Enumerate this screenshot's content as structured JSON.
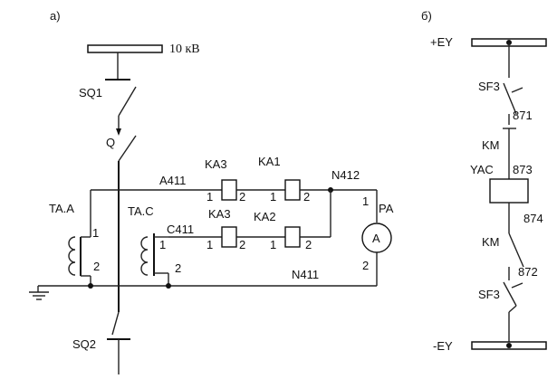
{
  "panels": {
    "a": "а)",
    "b": "б)"
  },
  "bus": {
    "voltage": "10 кВ",
    "plus": "+EY",
    "minus": "-EY"
  },
  "switches": {
    "sq1": "SQ1",
    "sq2": "SQ2",
    "q": "Q"
  },
  "transformers": {
    "ta_a": "TA.A",
    "ta_c": "TA.C"
  },
  "relays": {
    "ka1": "KA1",
    "ka2": "KA2",
    "ka3_top": "KA3",
    "ka3_bottom": "KA3"
  },
  "wires": {
    "a411": "A411",
    "c411": "C411",
    "n411": "N411",
    "n412": "N412"
  },
  "ammeter": {
    "label": "PA",
    "symbol": "A"
  },
  "terminals": {
    "t1": "1",
    "t2": "2"
  },
  "control": {
    "sf3": "SF3",
    "km": "KM",
    "yac": "YAC",
    "n871": "871",
    "n872": "872",
    "n873": "873",
    "n874": "874"
  }
}
